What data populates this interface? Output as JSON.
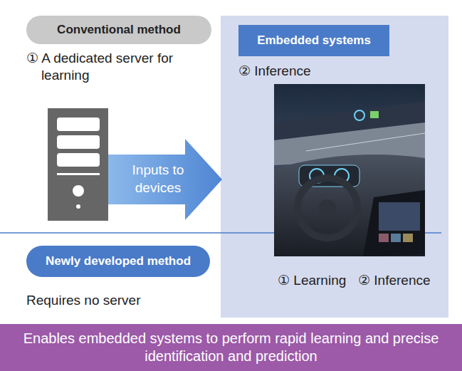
{
  "diagram": {
    "nodes": [
      {
        "text": [
          "Conventional method"
        ]
      },
      {
        "text": [
          "② Inference",
          "① Learning",
          "② Inference"
        ]
      },
      {
        "text": [
          "Embedded systems"
        ],
        "in": 1
      },
      {
        "text": [
          "Inputs to devices"
        ]
      },
      {
        "text": [
          "Newly developed method"
        ]
      },
      {
        "text": [
          "Enables embedded systems to perform rapid learning and precise identification and prediction"
        ]
      }
    ],
    "labels": [
      "① A dedicated server for learning",
      "Requires no server"
    ]
  }
}
